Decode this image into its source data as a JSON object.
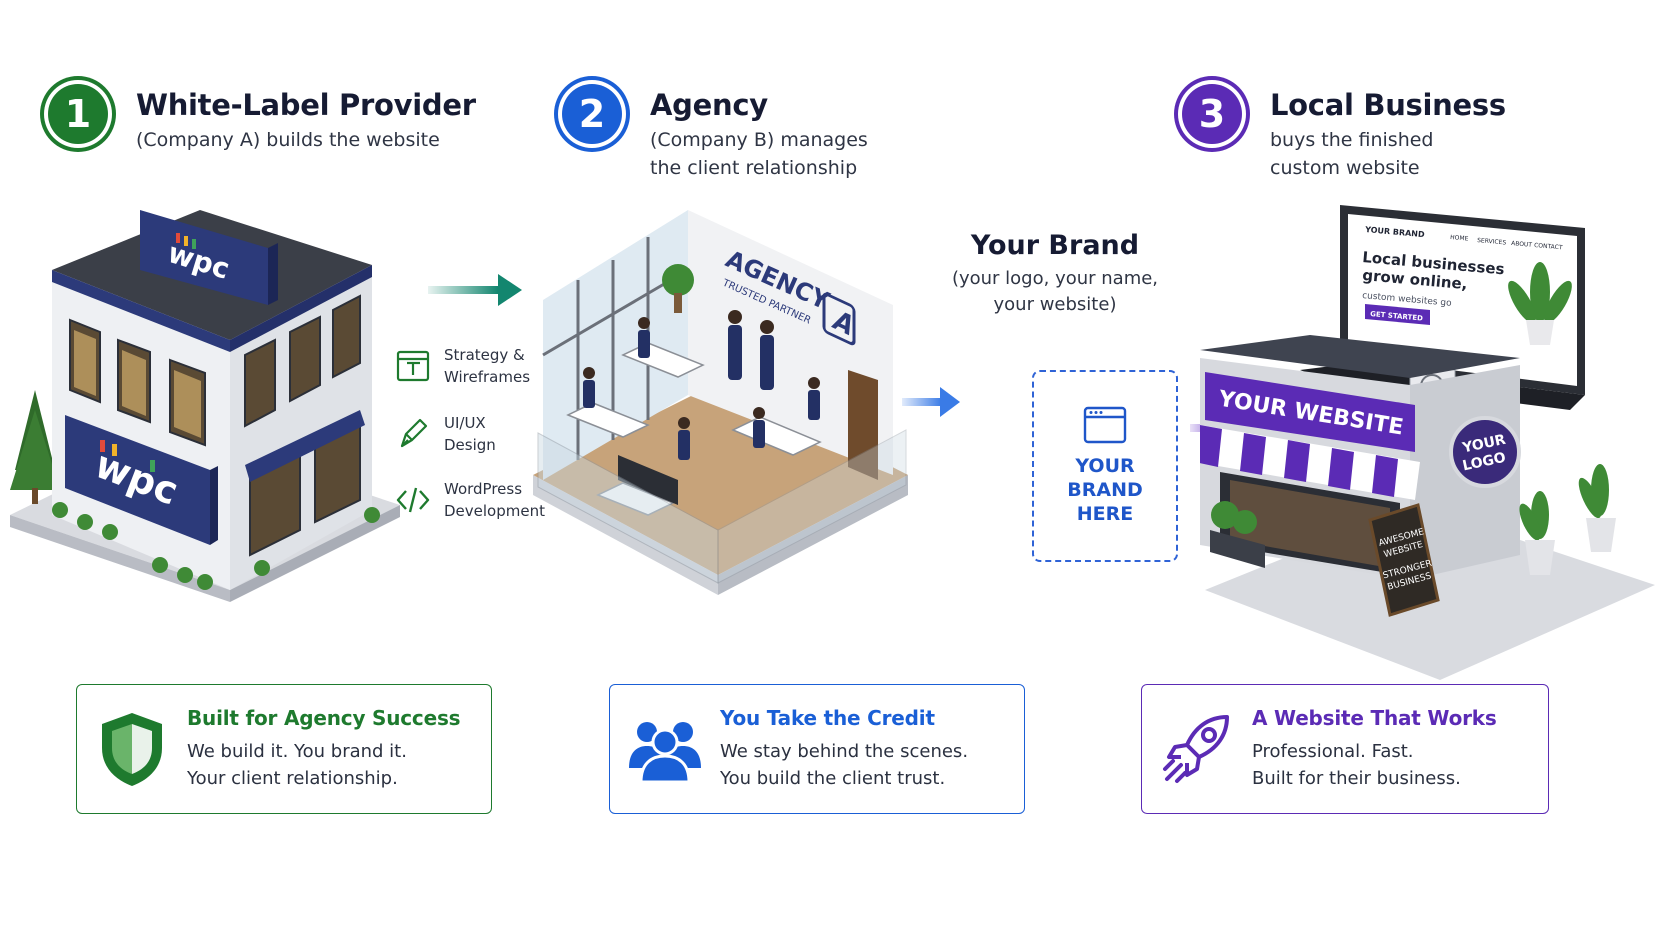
{
  "steps": [
    {
      "number": "1",
      "title": "White-Label Provider",
      "desc_lines": [
        "(Company A) builds the website"
      ],
      "color": "#1e7a2e"
    },
    {
      "number": "2",
      "title": "Agency",
      "desc_lines": [
        "(Company B) manages",
        "the client relationship"
      ],
      "color": "#1a5fd6"
    },
    {
      "number": "3",
      "title": "Local Business",
      "desc_lines": [
        "buys the finished",
        "custom website"
      ],
      "color": "#5b2bb5"
    }
  ],
  "services": [
    {
      "icon": "wireframe-icon",
      "lines": [
        "Strategy &",
        "Wireframes"
      ]
    },
    {
      "icon": "pen-icon",
      "lines": [
        "UI/UX",
        "Design"
      ]
    },
    {
      "icon": "code-icon",
      "lines": [
        "WordPress",
        "Development"
      ]
    }
  ],
  "building": {
    "sign_text": "wpc"
  },
  "agency_office": {
    "wall_title": "AGENCY",
    "wall_subtitle": "TRUSTED PARTNER",
    "logo_letter": "A"
  },
  "brand": {
    "title": "Your Brand",
    "desc_lines": [
      "(your logo, your name,",
      "your website)"
    ],
    "box_lines": [
      "YOUR",
      "BRAND",
      "HERE"
    ]
  },
  "storefront": {
    "awning_text": "YOUR WEBSITE",
    "logo_lines": [
      "YOUR",
      "LOGO"
    ],
    "sandwich_lines": [
      "AWESOME",
      "WEBSITE",
      "STRONGER",
      "BUSINESS"
    ],
    "laptop": {
      "brand": "YOUR BRAND",
      "nav": [
        "HOME",
        "SERVICES",
        "ABOUT",
        "CONTACT"
      ],
      "headline_lines": [
        "Local businesses",
        "grow online,"
      ],
      "sub": "custom websites go",
      "cta": "GET STARTED"
    }
  },
  "cards": [
    {
      "icon": "shield-icon",
      "title": "Built for Agency Success",
      "lines": [
        "We build it. You brand it.",
        "Your client relationship."
      ],
      "color": "#1e7a2e"
    },
    {
      "icon": "users-icon",
      "title": "You Take the Credit",
      "lines": [
        "We stay behind the scenes.",
        "You build the client trust."
      ],
      "color": "#1a5fd6"
    },
    {
      "icon": "rocket-icon",
      "title": "A Website That Works",
      "lines": [
        "Professional. Fast.",
        "Built for their business."
      ],
      "color": "#5b2bb5"
    }
  ],
  "colors": {
    "green": "#1e7a2e",
    "blue": "#1a5fd6",
    "purple": "#5b2bb5",
    "navy": "#2c3a7a",
    "teal_arrow": "#13866f"
  }
}
